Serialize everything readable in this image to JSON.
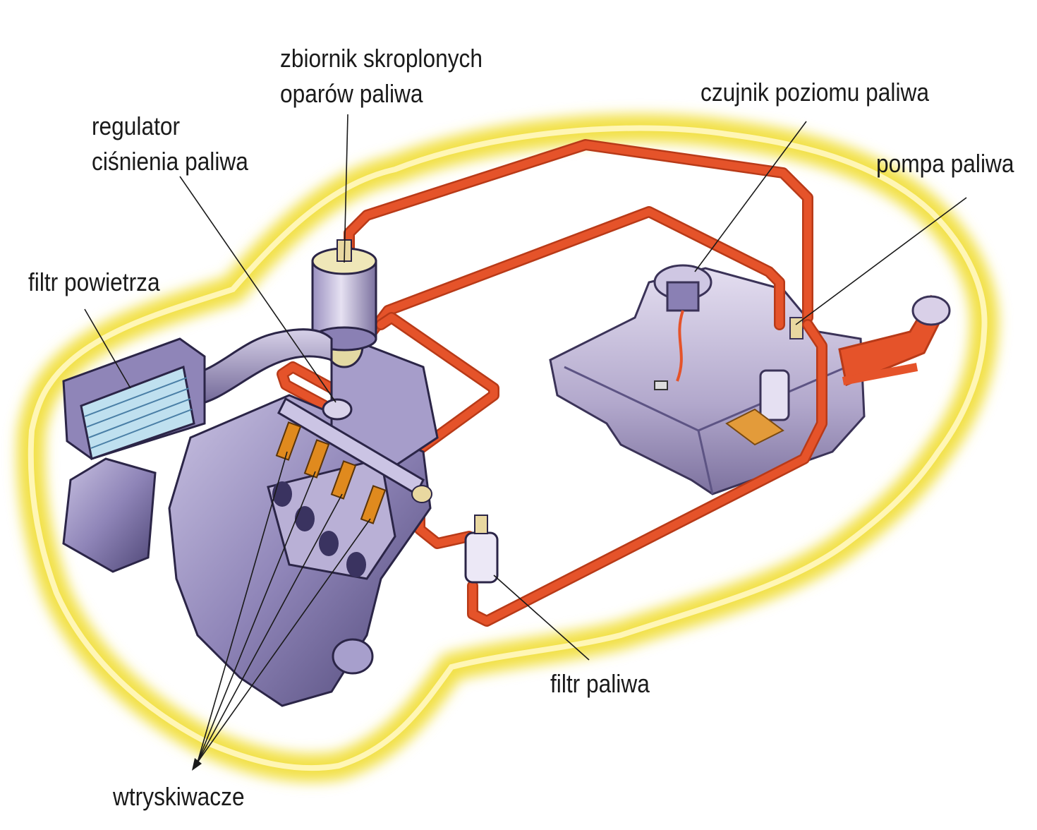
{
  "labels": {
    "vapor_canister": [
      "zbiornik skroplonych",
      "oparów paliwa"
    ],
    "fuel_pressure_regulator": [
      "regulator",
      "ciśnienia paliwa"
    ],
    "air_filter": "filtr powietrza",
    "fuel_level_sensor": "czujnik poziomu paliwa",
    "fuel_pump": "pompa paliwa",
    "fuel_filter": "filtr paliwa",
    "injectors": "wtryskiwacze"
  },
  "colors": {
    "fuel_line": "#e5532a",
    "fuel_line_edge": "#b83a18",
    "car_glow": "#f3e25a",
    "engine": "#8c82b5",
    "tank": "#b7adcf",
    "injector": "#e08a1e"
  }
}
